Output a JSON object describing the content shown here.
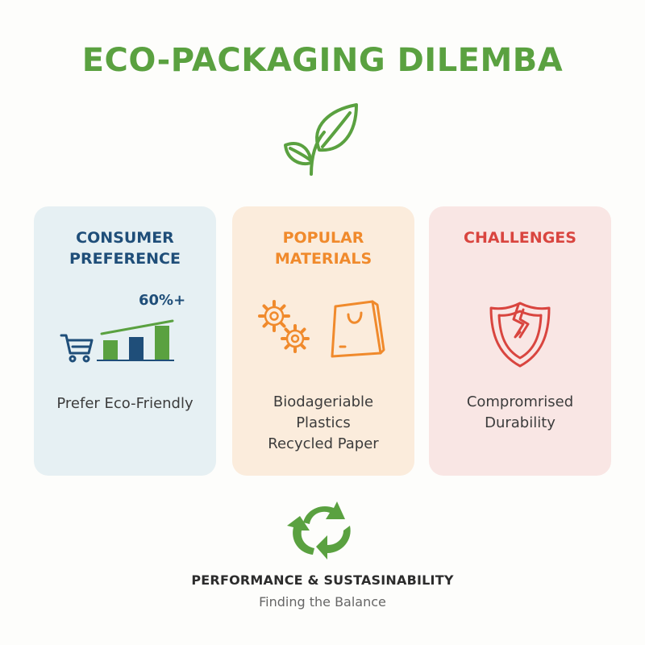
{
  "header": {
    "title": "ECO-PACKAGING DILEMBA",
    "title_color": "#5aa140",
    "icon": "leaf-icon"
  },
  "cards": [
    {
      "title_lines": [
        "CONSUMER",
        "PREFERENCE"
      ],
      "title_color": "#1f4e79",
      "background": "#e6f0f3",
      "stat": "60%+",
      "text_lines": [
        "Prefer Eco-Friendly"
      ],
      "icons": [
        "shopping-cart-icon",
        "bar-chart-icon"
      ],
      "bar_colors": [
        "#5aa140",
        "#1f4e79",
        "#5aa140"
      ]
    },
    {
      "title_lines": [
        "POPULAR",
        "MATERIALS"
      ],
      "title_color": "#f08a2c",
      "background": "#fbecdc",
      "text_lines": [
        "Biodageriable",
        "Plastics",
        "Recycled Paper"
      ],
      "icons": [
        "gears-icon",
        "shopping-bag-icon"
      ]
    },
    {
      "title_lines": [
        "CHALLENGES"
      ],
      "title_color": "#d9453f",
      "background": "#f9e6e4",
      "text_lines": [
        "Compromrised",
        "Durability"
      ],
      "icons": [
        "broken-shield-icon"
      ]
    }
  ],
  "footer": {
    "icon": "recycle-icon",
    "icon_color": "#5aa140",
    "title": "PERFORMANCE & SUSTASINABILITY",
    "subtitle": "Finding the Balance"
  }
}
